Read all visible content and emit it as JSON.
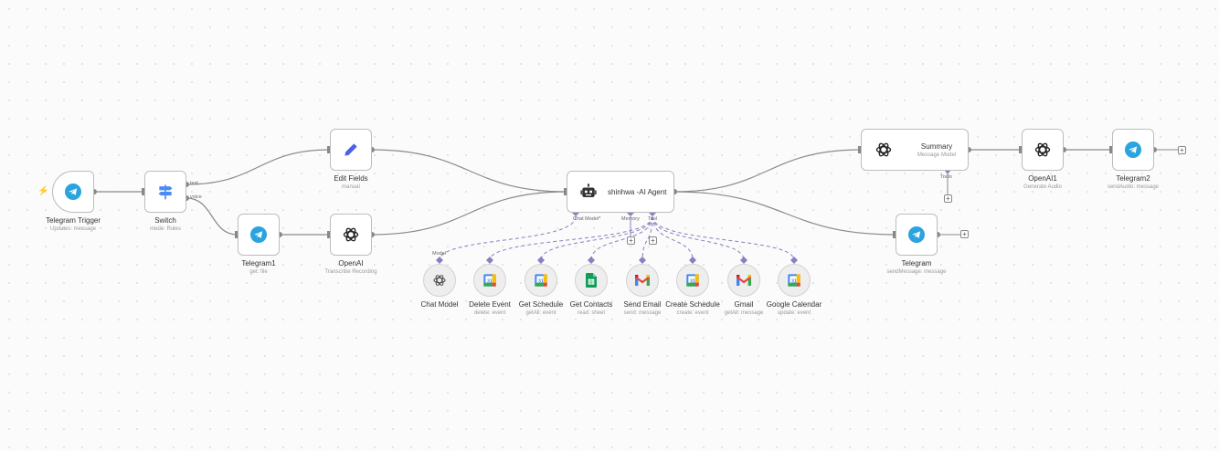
{
  "colors": {
    "edge": "#8a8a8a",
    "sub_edge": "#8a7fc0",
    "telegram": "#2aa3df",
    "switch": "#4a8bf5",
    "edit": "#4f5ee8",
    "trigger": "#ff6d5a"
  },
  "nodes": {
    "telegram_trigger": {
      "title": "Telegram Trigger",
      "subtitle": "Updates: message",
      "icon": "telegram-icon"
    },
    "switch": {
      "title": "Switch",
      "subtitle": "mode: Rules",
      "icon": "signpost-icon",
      "outputs": [
        "text",
        "voice"
      ]
    },
    "edit_fields": {
      "title": "Edit Fields",
      "subtitle": "manual",
      "icon": "pencil-icon"
    },
    "telegram1": {
      "title": "Telegram1",
      "subtitle": "get: file",
      "icon": "telegram-icon"
    },
    "openai": {
      "title": "OpenAI",
      "subtitle": "Transcribe Recording",
      "icon": "openai-icon"
    },
    "agent": {
      "title": "shinhwa -AI Agent",
      "icon": "robot-icon",
      "ports": [
        "Chat Model*",
        "Memory",
        "Tool"
      ]
    },
    "summary": {
      "title": "Summary",
      "subtitle": "Message Model",
      "icon": "openai-icon",
      "port": "Tools"
    },
    "openai1": {
      "title": "OpenAI1",
      "subtitle": "Generate Audio",
      "icon": "openai-icon"
    },
    "telegram2": {
      "title": "Telegram2",
      "subtitle": "sendAudio: message",
      "icon": "telegram-icon"
    },
    "telegram": {
      "title": "Telegram",
      "subtitle": "sendMessage: message",
      "icon": "telegram-icon"
    }
  },
  "tools": [
    {
      "key": "chat_model",
      "title": "Chat Model",
      "subtitle": "",
      "icon": "openai-icon",
      "port": "Model"
    },
    {
      "key": "delete_event",
      "title": "Delete Event",
      "subtitle": "delete: event",
      "icon": "google-calendar-icon"
    },
    {
      "key": "get_schedule",
      "title": "Get Schedule",
      "subtitle": "getAll: event",
      "icon": "google-calendar-icon"
    },
    {
      "key": "get_contacts",
      "title": "Get Contacts",
      "subtitle": "read: sheet",
      "icon": "google-sheets-icon"
    },
    {
      "key": "send_email",
      "title": "Send Email",
      "subtitle": "send: message",
      "icon": "gmail-icon"
    },
    {
      "key": "create_schedule",
      "title": "Create Schedule",
      "subtitle": "create: event",
      "icon": "google-calendar-icon"
    },
    {
      "key": "gmail",
      "title": "Gmail",
      "subtitle": "getAll: message",
      "icon": "gmail-icon"
    },
    {
      "key": "google_calendar",
      "title": "Google Calendar",
      "subtitle": "update: event",
      "icon": "google-calendar-icon"
    }
  ],
  "plus_symbol": "+"
}
